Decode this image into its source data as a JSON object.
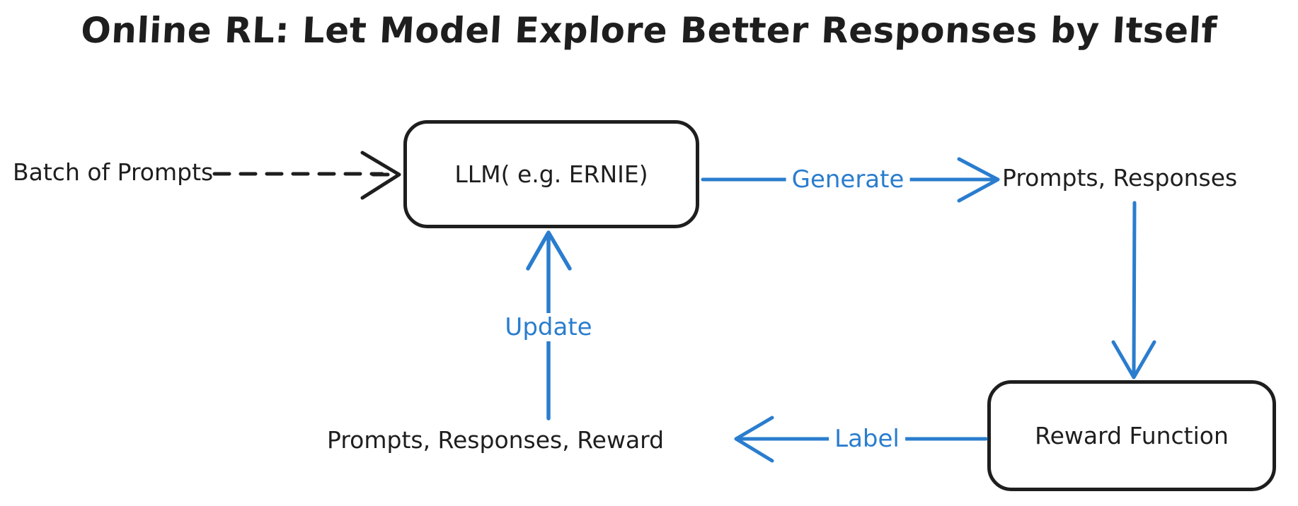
{
  "title": "Online RL: Let Model Explore Better Responses by Itself",
  "colors": {
    "ink": "#1e1e1e",
    "accent": "#2a7dce",
    "background": "#ffffff"
  },
  "nodes": {
    "llm": {
      "label": "LLM( e.g. ERNIE)"
    },
    "reward_function": {
      "label": "Reward Function"
    }
  },
  "flow_texts": {
    "batch_of_prompts": "Batch of Prompts",
    "prompts_responses": "Prompts, Responses",
    "prompts_responses_reward": "Prompts, Responses, Reward"
  },
  "edge_labels": {
    "generate": "Generate",
    "update": "Update",
    "label": "Label"
  }
}
